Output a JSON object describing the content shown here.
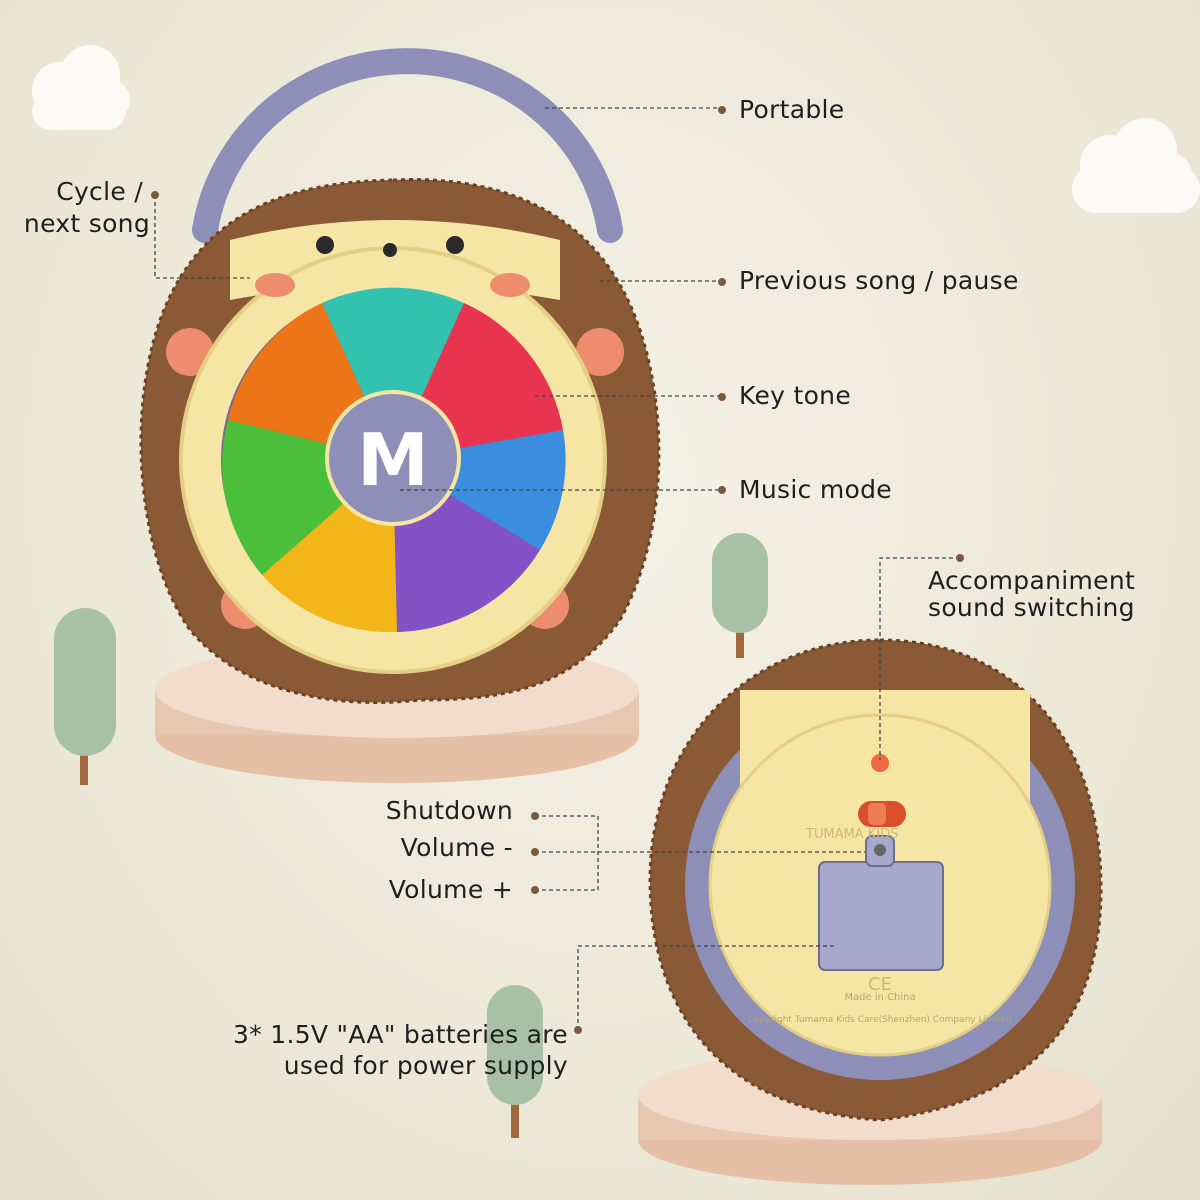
{
  "labels": {
    "portable": "Portable",
    "cycle_line1": "Cycle /",
    "cycle_line2": "next song",
    "previous": "Previous song / pause",
    "key_tone": "Key tone",
    "music_mode": "Music mode",
    "accomp_line1": "Accompaniment",
    "accomp_line2": "sound switching",
    "shutdown": "Shutdown",
    "volume_down": "Volume -",
    "volume_up": "Volume +",
    "battery_line1": "3* 1.5V \"AA\" batteries are",
    "battery_line2": "used for power supply"
  },
  "toy": {
    "center_button": "M",
    "brand": "TUMAMA KIDS",
    "back_text": "Copyright Tumama Kids Care(Shenzhen) Company Limited",
    "made_in": "Made in China",
    "ce_mark": "CE"
  },
  "colors": {
    "background": "#ece8d8",
    "fur": "#8a5a36",
    "face": "#f5e6a6",
    "handle": "#8e8fb8",
    "pedestal": "#efd3bd",
    "tree": "#a9c2a8"
  }
}
